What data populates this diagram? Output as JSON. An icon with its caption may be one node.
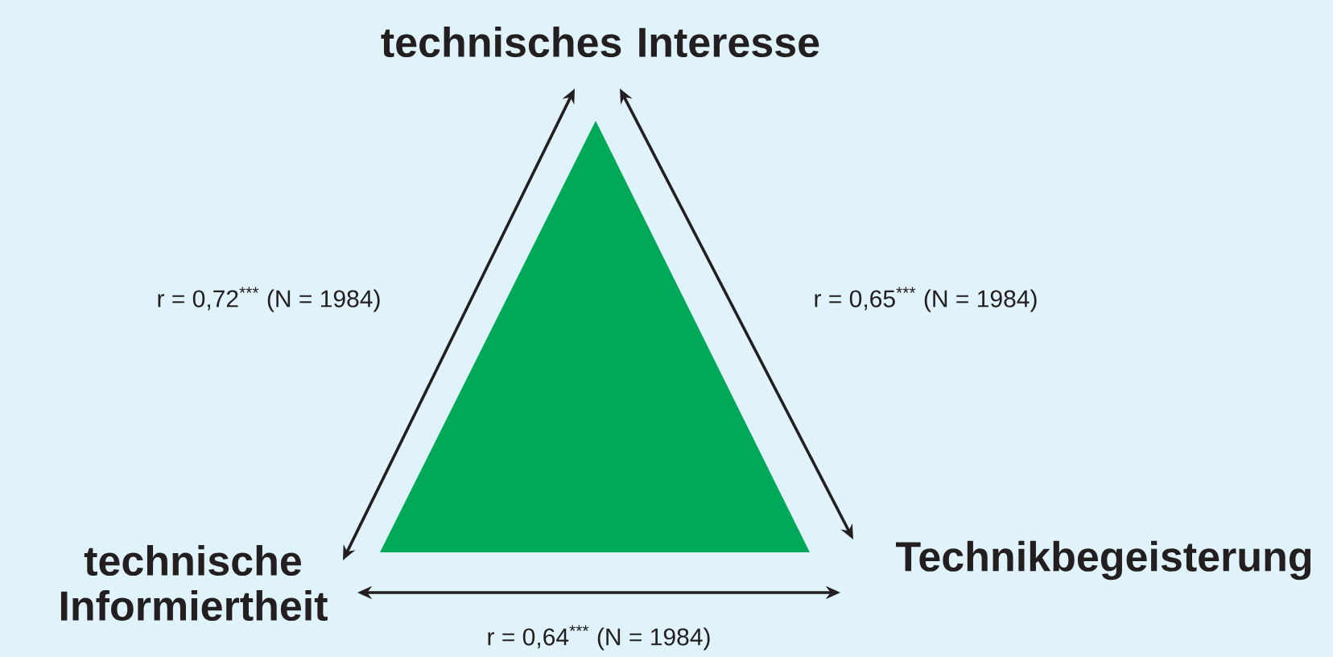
{
  "diagram": {
    "nodes": [
      {
        "text": [
          "technisches Interesse"
        ]
      },
      {
        "text": [
          "technische Informiertheit"
        ]
      },
      {
        "text": [
          "Technikbegeisterung"
        ]
      },
      {
        "text": [],
        "shape": "triangle"
      }
    ],
    "edges": [
      {
        "from": 0,
        "to": 1,
        "arrow": "both",
        "label": "r = 0,72$^{***}$ (N = 1984)"
      },
      {
        "from": 0,
        "to": 2,
        "arrow": "both",
        "label": "r = 0,65$^{***}$ (N = 1984)"
      },
      {
        "from": 1,
        "to": 2,
        "arrow": "both",
        "label": "r = 0,64$^{***}$ (N = 1984)"
      }
    ]
  }
}
